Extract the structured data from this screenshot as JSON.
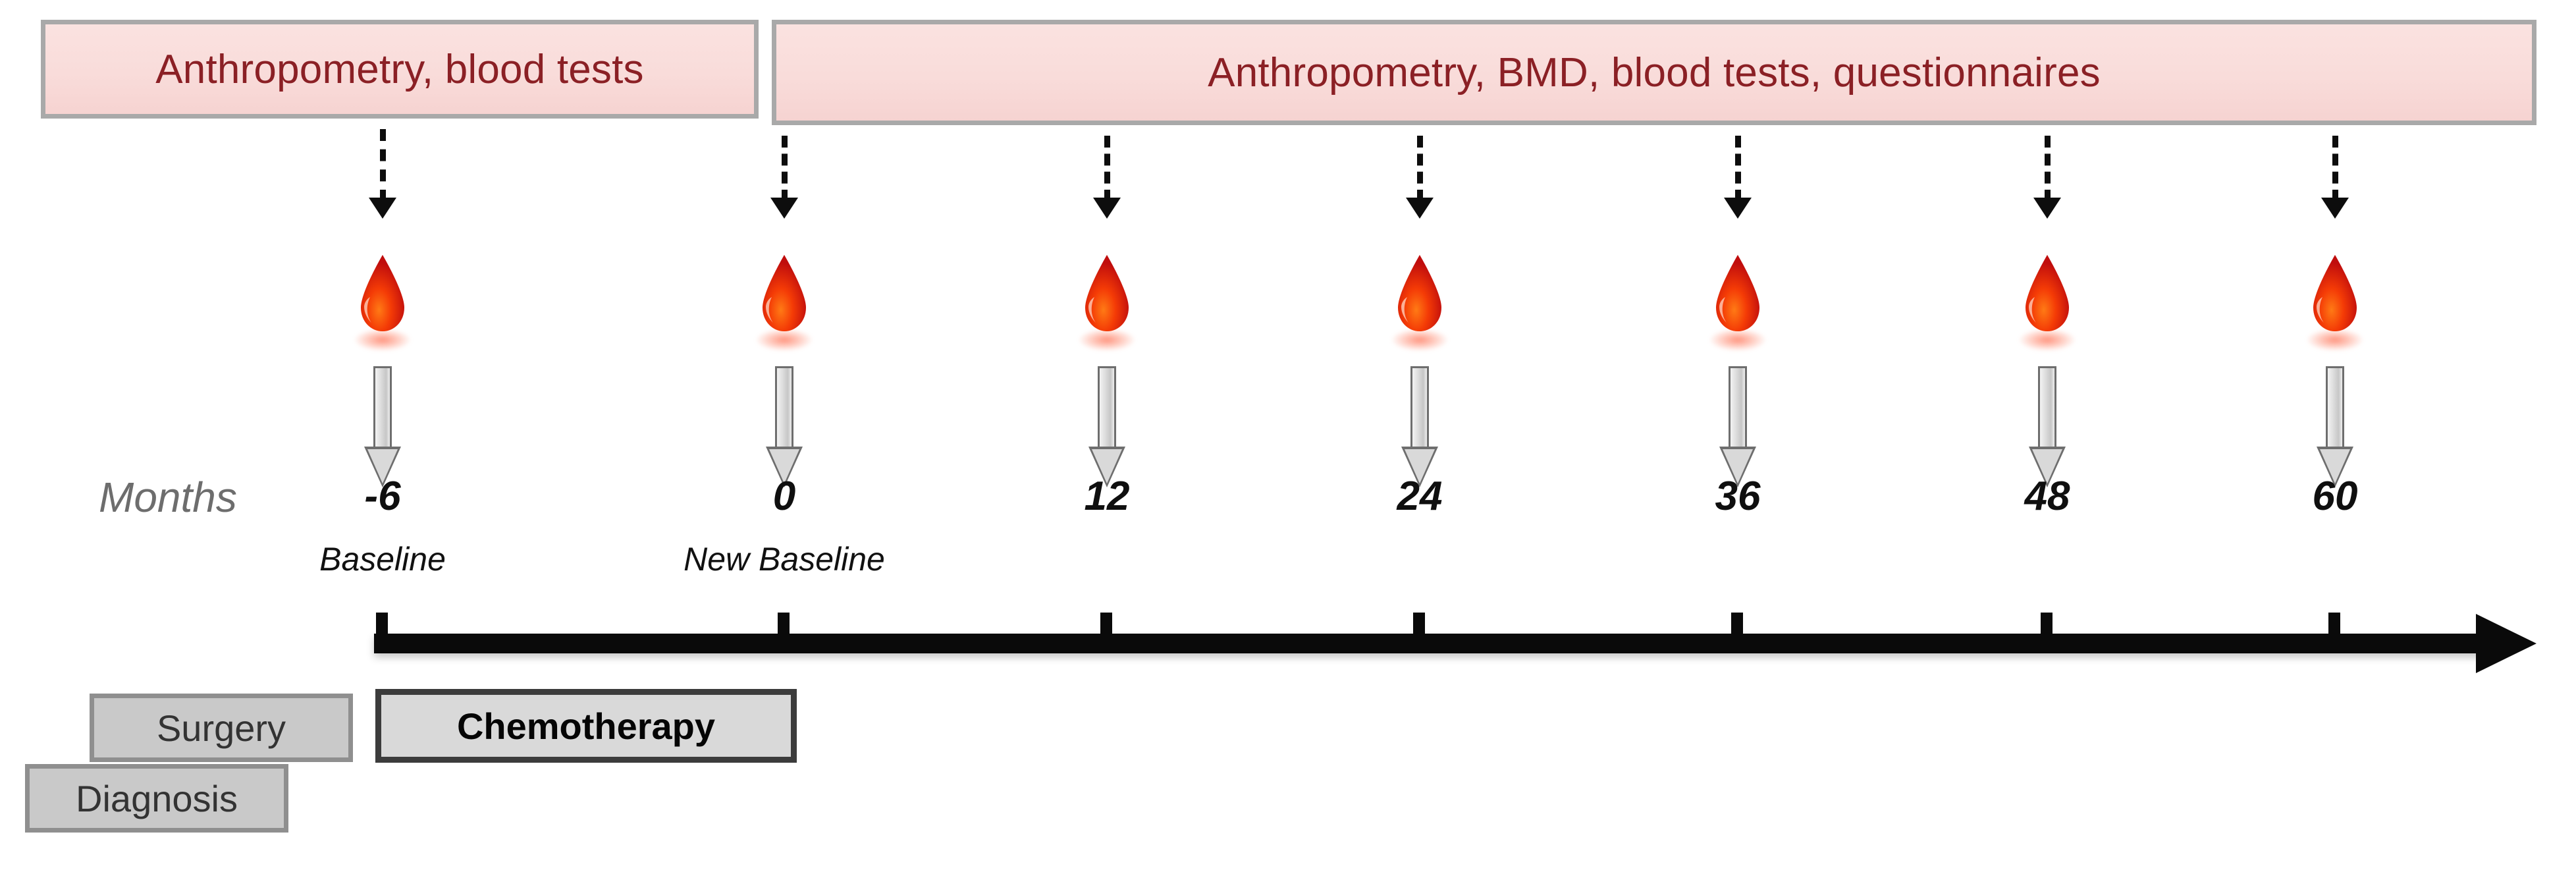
{
  "figure": {
    "title": "Study timeline of assessments",
    "months_caption": "Months"
  },
  "banners": [
    {
      "id": "banner-left",
      "label": "Anthropometry, blood tests",
      "fill": "#f9dcda",
      "border": "#a9a9a9",
      "text_color": "#8b2025"
    },
    {
      "id": "banner-right",
      "label": "Anthropometry, BMD, blood tests, questionnaires",
      "fill": "#f9dcda",
      "border": "#a9a9a9",
      "text_color": "#8b2025"
    }
  ],
  "timepoints": [
    {
      "month": "-6",
      "sub_label": "Baseline",
      "icon": "blood-drop-icon",
      "banner": "banner-left"
    },
    {
      "month": "0",
      "sub_label": "New Baseline",
      "icon": "blood-drop-icon",
      "banner": "banner-right"
    },
    {
      "month": "12",
      "sub_label": "",
      "icon": "blood-drop-icon",
      "banner": "banner-right"
    },
    {
      "month": "24",
      "sub_label": "",
      "icon": "blood-drop-icon",
      "banner": "banner-right"
    },
    {
      "month": "36",
      "sub_label": "",
      "icon": "blood-drop-icon",
      "banner": "banner-right"
    },
    {
      "month": "48",
      "sub_label": "",
      "icon": "blood-drop-icon",
      "banner": "banner-right"
    },
    {
      "month": "60",
      "sub_label": "",
      "icon": "blood-drop-icon",
      "banner": "banner-right"
    }
  ],
  "events": [
    {
      "id": "box-diagnosis",
      "label": "Diagnosis",
      "fill": "#c9c9c9",
      "border": "#8f8f8f",
      "bold": false
    },
    {
      "id": "box-surgery",
      "label": "Surgery",
      "fill": "#c9c9c9",
      "border": "#8f8f8f",
      "bold": false
    },
    {
      "id": "box-chemo",
      "label": "Chemotherapy",
      "fill": "#d9d9d9",
      "border": "#3c3c3c",
      "bold": true
    }
  ],
  "axis": {
    "color": "#0a0a0a",
    "direction": "right",
    "arrow_icon": "arrow-right-icon"
  },
  "chart_data": {
    "type": "timeline",
    "title": "Study assessment timeline",
    "xlabel": "Months",
    "x": [
      -6,
      0,
      12,
      24,
      36,
      48,
      60
    ],
    "tick_labels": [
      "-6",
      "0",
      "12",
      "24",
      "36",
      "48",
      "60"
    ],
    "annotations": [
      {
        "x": -6,
        "text": "Baseline"
      },
      {
        "x": 0,
        "text": "New Baseline"
      }
    ],
    "assessments": [
      {
        "x": [
          -6
        ],
        "text": "Anthropometry, blood tests"
      },
      {
        "x": [
          0,
          12,
          24,
          36,
          48,
          60
        ],
        "text": "Anthropometry, BMD, blood tests, questionnaires"
      }
    ],
    "events": [
      {
        "text": "Diagnosis",
        "position": "before -6"
      },
      {
        "text": "Surgery",
        "position": "before -6"
      },
      {
        "text": "Chemotherapy",
        "position": "between -6 and 0"
      }
    ],
    "markers": "blood-drop at each timepoint",
    "grid": false,
    "legend": "none"
  }
}
